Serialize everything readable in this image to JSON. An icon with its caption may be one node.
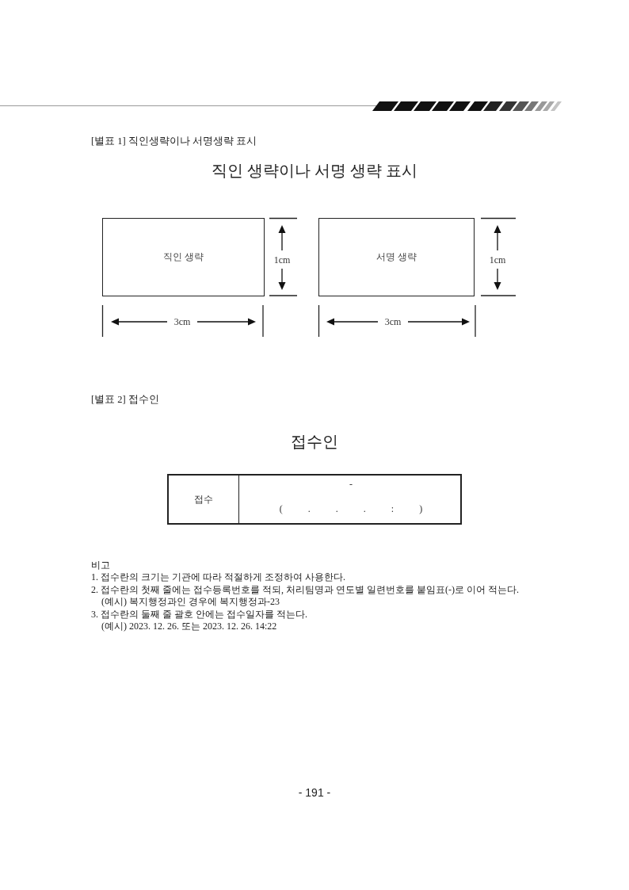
{
  "diagram": {
    "nodes": [
      {
        "text": [
          "직인 생략"
        ]
      },
      {
        "text": [
          "서명 생략"
        ]
      }
    ],
    "labels": [
      "[별표 1] 직인생략이나 서명생략 표시",
      "직인 생략이나 서명 생략 표시",
      "1cm",
      "1cm",
      "3cm",
      "3cm",
      "[별표 2] 접수인",
      "접수인",
      "접수",
      "-",
      "( . . . : )",
      "비고",
      "1. 접수란의 크기는 기관에 따라 적절하게 조정하여 사용한다.",
      "2. 접수란의 첫째 줄에는 접수등록번호를 적되, 처리팀명과 연도별 일련번호를 붙임표(-)로 이어 적는다.",
      "(예시) 복지행정과인 경우에 복지행정과-23",
      "3. 접수란의 둘째 줄 괄호 안에는 접수일자를 적는다.",
      "(예시) 2023. 12. 26. 또는 2023. 12. 26. 14:22",
      "- 191 -"
    ]
  }
}
